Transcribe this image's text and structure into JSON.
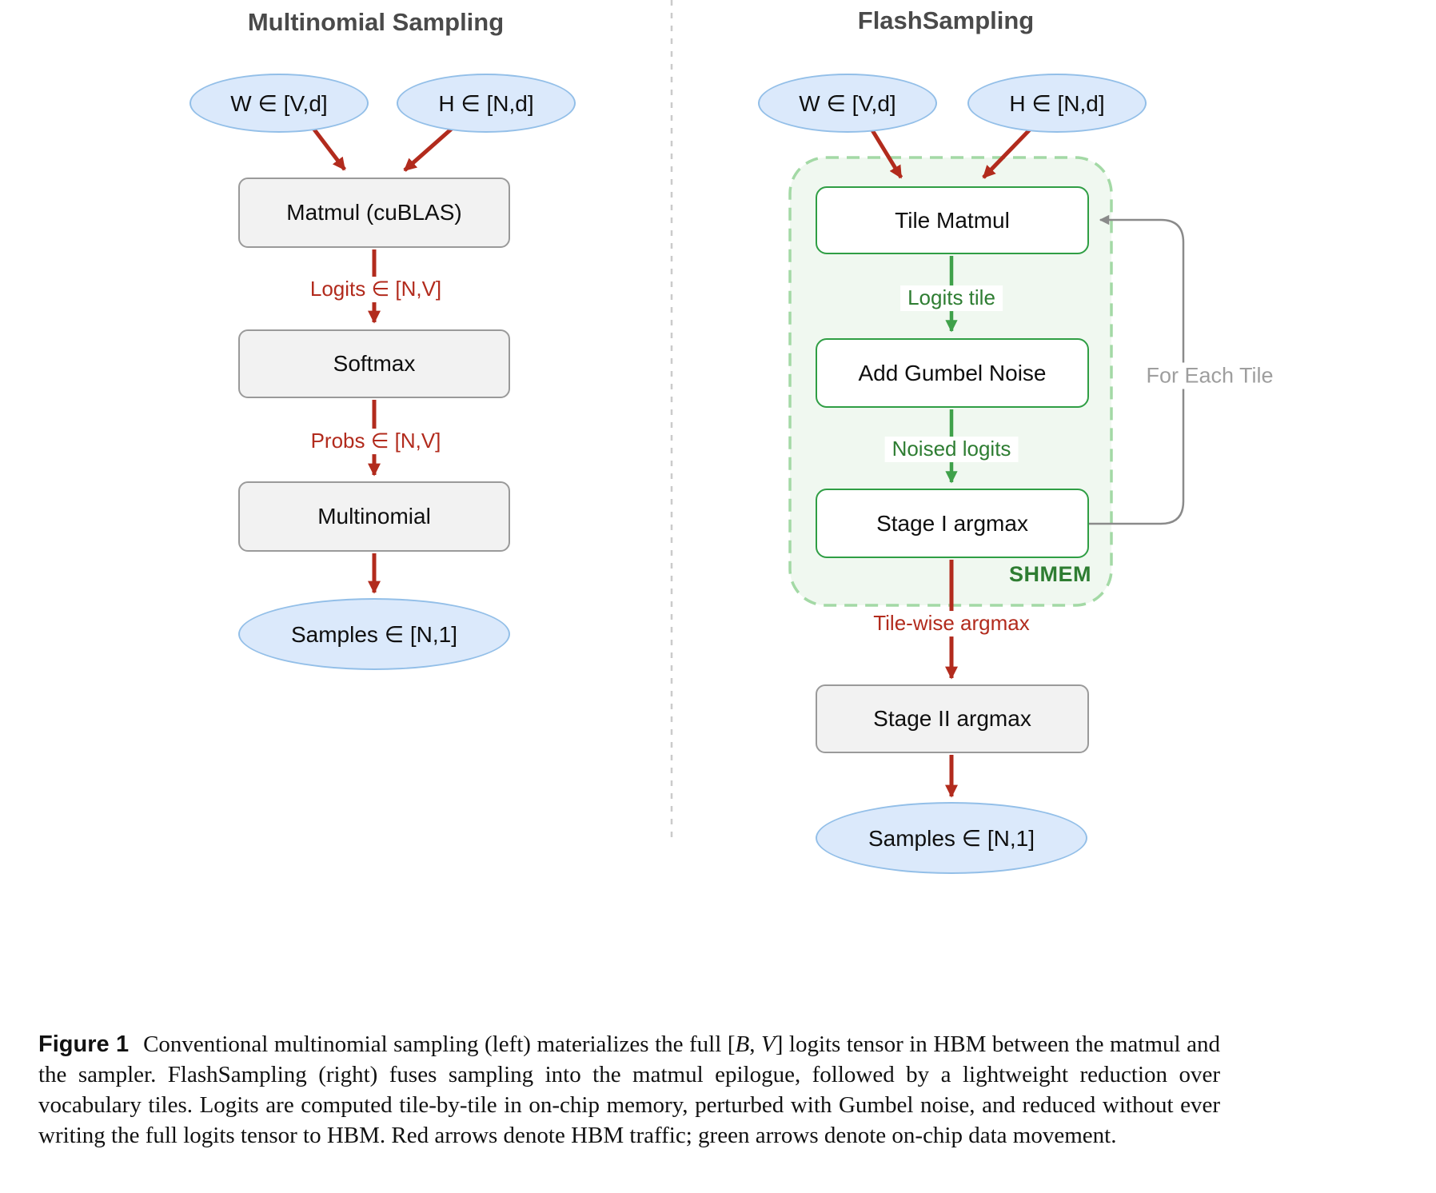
{
  "left": {
    "title": "Multinomial Sampling",
    "input_w": "W ∈ [V,d]",
    "input_h": "H ∈ [N,d]",
    "node_matmul": "Matmul (cuBLAS)",
    "edge_logits": "Logits ∈ [N,V]",
    "node_softmax": "Softmax",
    "edge_probs": "Probs ∈ [N,V]",
    "node_multinomial": "Multinomial",
    "output_samples": "Samples ∈ [N,1]"
  },
  "right": {
    "title": "FlashSampling",
    "input_w": "W ∈ [V,d]",
    "input_h": "H ∈ [N,d]",
    "node_tile_matmul": "Tile Matmul",
    "edge_logits_tile": "Logits tile",
    "node_add_gumbel": "Add Gumbel Noise",
    "edge_noised_logits": "Noised logits",
    "node_stage1": "Stage I argmax",
    "shmem_label": "SHMEM",
    "loop_label": "For Each Tile",
    "edge_tile_wise": "Tile-wise argmax",
    "node_stage2": "Stage II argmax",
    "output_samples": "Samples ∈ [N,1]"
  },
  "caption": {
    "label": "Figure 1",
    "before_math": "Conventional multinomial sampling (left) materializes the full [",
    "math_b": "B",
    "comma": ", ",
    "math_v": "V",
    "after_math": "] logits tensor in HBM between the matmul and the sampler. FlashSampling (right) fuses sampling into the matmul epilogue, followed by a lightweight reduction over vocabulary tiles. Logits are computed tile-by-tile in on-chip memory, perturbed with Gumbel noise, and reduced without ever writing the full logits tensor to HBM. Red arrows denote HBM traffic; green arrows denote on-chip data movement."
  },
  "colors": {
    "hbm_red": "#b22b1d",
    "onchip_green": "#3fa14a",
    "green_dark": "#2e7d32",
    "shmem_container_border": "#a3d9a5",
    "shmem_container_fill": "#f0f8f0",
    "tensor_blue_fill": "#dbe9fb",
    "tensor_blue_border": "#93bfe8",
    "box_gray_fill": "#f2f2f2",
    "box_gray_border": "#9a9a9a",
    "loop_gray": "#8a8a8a"
  }
}
